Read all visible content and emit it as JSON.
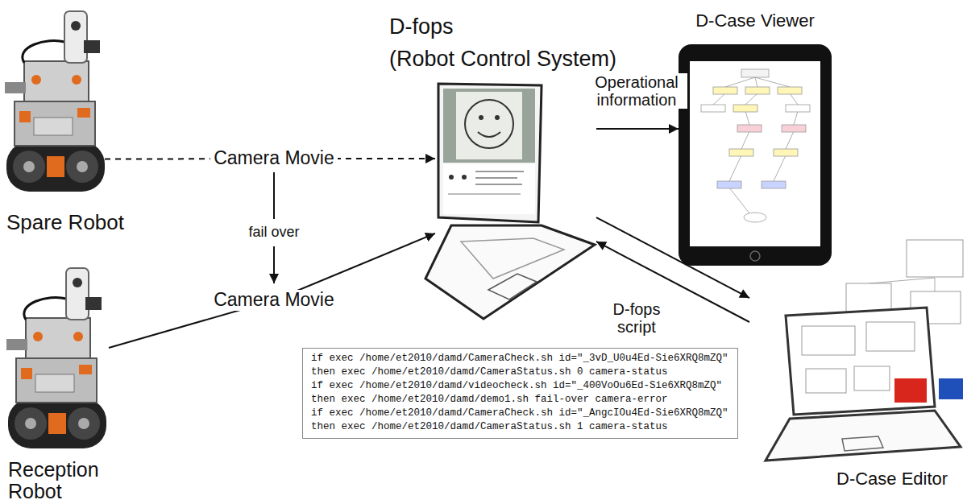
{
  "diagram": {
    "nodes": [
      {
        "text": [
          "Spare Robot"
        ]
      },
      {
        "text": [
          "D-fops",
          "(Robot Control System)"
        ]
      },
      {
        "text": [
          "D-Case Viewer"
        ]
      },
      {
        "text": [
          "Reception Robot"
        ]
      },
      {
        "text": [
          "if exec /home/et2010/damd/CameraCheck.sh id=\"_3vD_U0u4Ed-Sie6XRQ8mZQ\"",
          "then exec /home/et2010/damd/CameraStatus.sh 0 camera-status",
          "if exec /home/et2010/damd/videocheck.sh id=\"_400VoOu6Ed-Sie6XRQ8mZQ\"",
          "then exec /home/et2010/damd/demo1.sh fail-over camera-error",
          "if exec /home/et2010/damd/CameraCheck.sh id=\"_AngcIOu4Ed-Sie6XRQ8mZQ\"",
          "then exec /home/et2010/damd/CameraStatus.sh 1 camera-status"
        ]
      },
      {
        "text": [
          "D-Case Editor"
        ]
      }
    ],
    "edges": [
      {
        "from": 0,
        "to": 1,
        "arrow": "to",
        "label": "Camera Movie"
      },
      {
        "from": 3,
        "to": 1,
        "arrow": "to",
        "label": "Camera Movie"
      },
      {
        "from": 1,
        "to": 2,
        "arrow": "to",
        "label": "Operational information"
      },
      {
        "from": 1,
        "to": 5,
        "arrow": "to"
      },
      {
        "from": 5,
        "to": 1,
        "arrow": "to",
        "label": "D-fops script"
      }
    ],
    "labels": [
      "fail over"
    ]
  }
}
